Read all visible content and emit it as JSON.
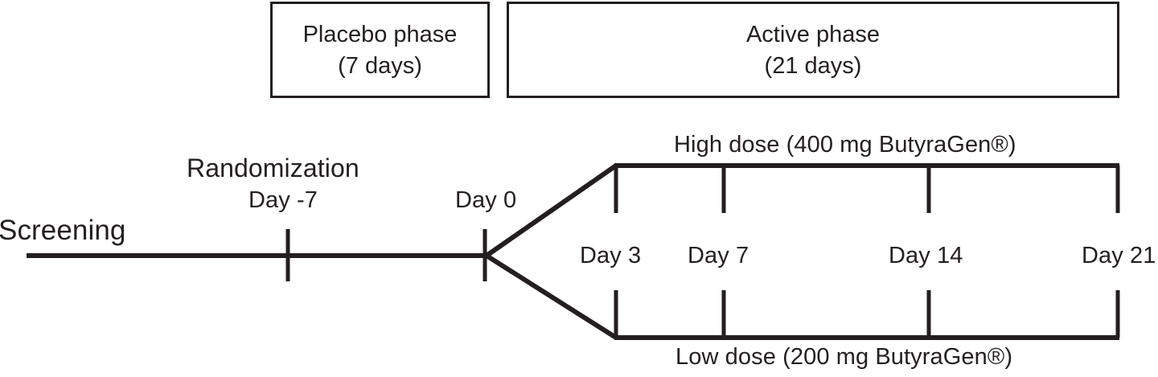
{
  "figure": {
    "type": "clinical-trial-study-design-timeline",
    "background_color": "#ffffff",
    "line_color": "#231f20"
  },
  "phases": [
    {
      "id": "placebo",
      "title": "Placebo phase",
      "duration": "(7 days)"
    },
    {
      "id": "active",
      "title": "Active phase",
      "duration": "(21 days)"
    }
  ],
  "timeline": {
    "screening_label": "Screening",
    "randomization_label": "Randomization",
    "randomization_day": "Day -7",
    "branch_day": "Day 0"
  },
  "arms": [
    {
      "id": "high-dose",
      "label": "High dose (400 mg ButyraGen®)",
      "position": "top"
    },
    {
      "id": "low-dose",
      "label": "Low dose (200 mg ButyraGen®)",
      "position": "bottom"
    }
  ],
  "visit_ticks": [
    {
      "id": "day3",
      "label": "Day 3"
    },
    {
      "id": "day7",
      "label": "Day 7"
    },
    {
      "id": "day14",
      "label": "Day 14"
    },
    {
      "id": "day21",
      "label": "Day 21"
    }
  ]
}
